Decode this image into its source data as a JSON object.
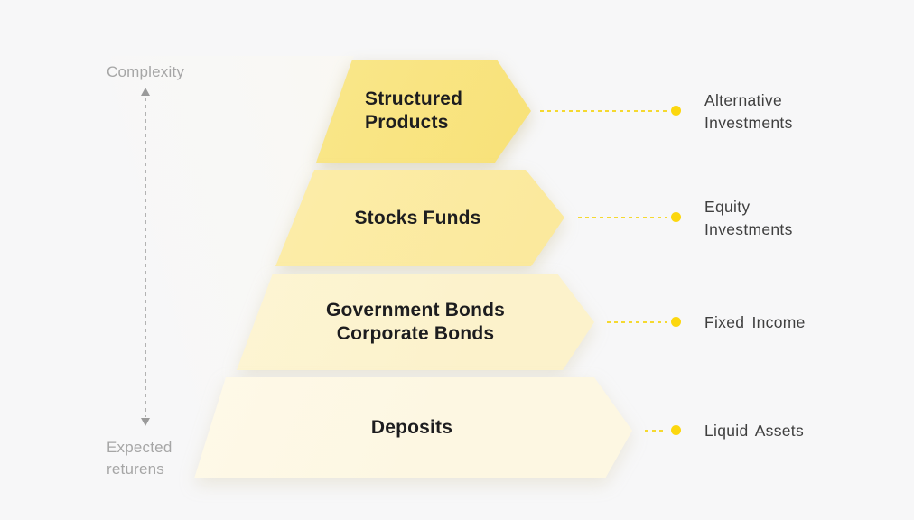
{
  "axis": {
    "top_label": "Complexity",
    "bottom_label": "Expected\nreturens"
  },
  "pyramid": {
    "type": "funnel-pyramid",
    "levels": [
      {
        "label": "Structured\nProducts",
        "category": "Alternative\nInvestments",
        "fill_color": "#F8E176"
      },
      {
        "label": "Stocks Funds",
        "category": "Equity\nInvestments",
        "fill_color": "#FBE99D"
      },
      {
        "label": "Government Bonds\nCorporate Bonds",
        "category": "Fixed Income",
        "fill_color": "#FCF2CB"
      },
      {
        "label": "Deposits",
        "category": "Liquid Assets",
        "fill_color": "#FDF7E2"
      }
    ]
  },
  "colors": {
    "background": "#F7F7F8",
    "wash_yellow": "#F7EBA2",
    "connector_dot": "#FCD70E",
    "connector_line": "#F5D930",
    "axis_text": "#A6A6A6",
    "band_text": "#1D1D1F",
    "category_text": "#3F3F3F"
  }
}
